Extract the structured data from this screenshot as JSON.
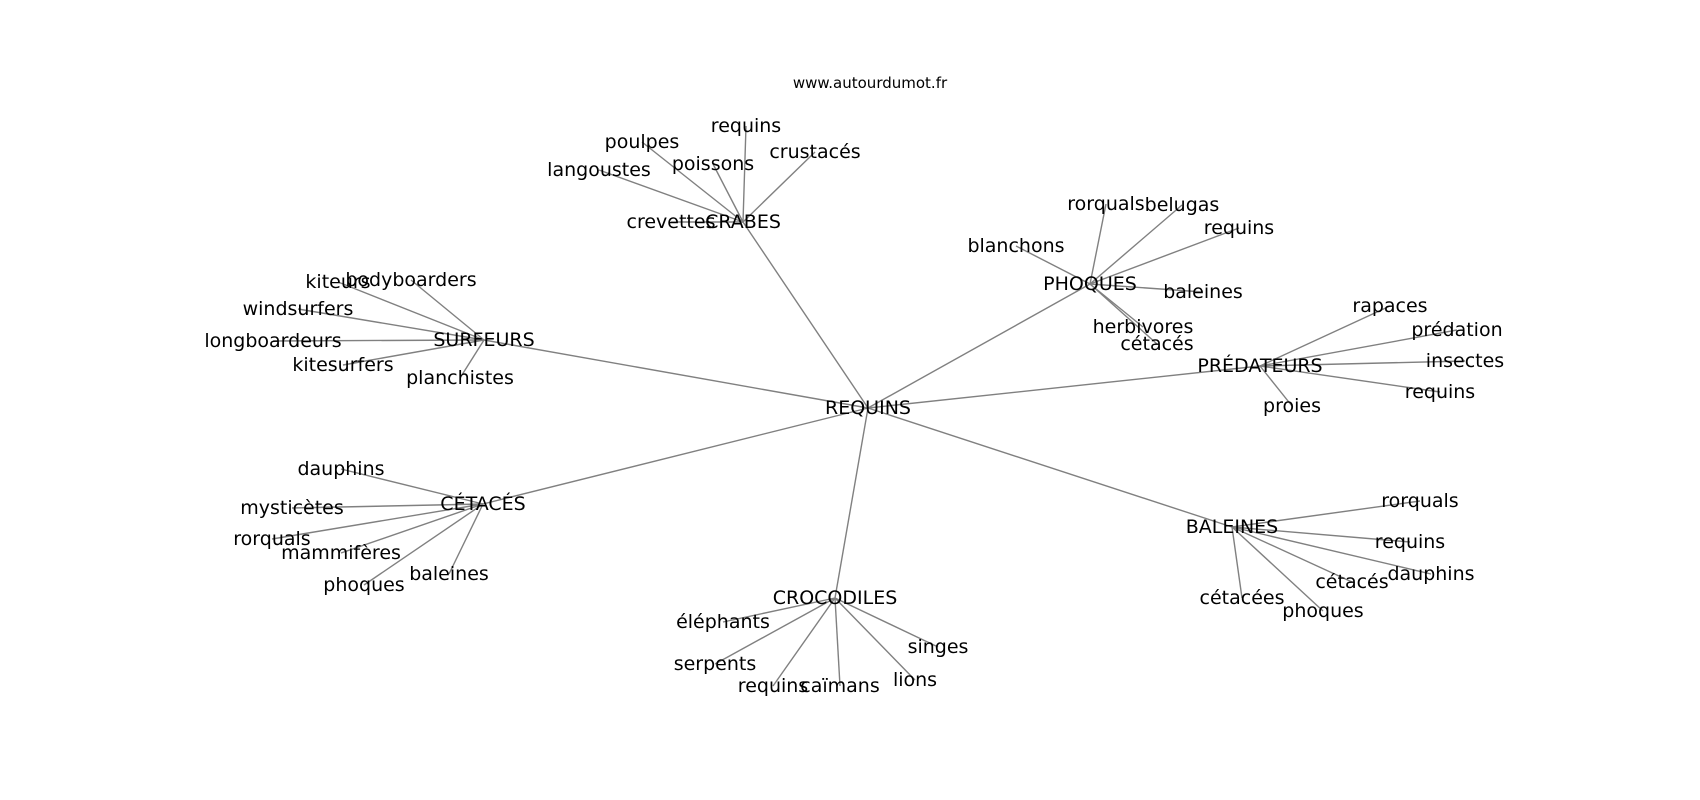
{
  "source_text": "www.autourdumot.fr",
  "graph": {
    "root": "REQUINS",
    "branches": [
      {
        "hub": "CRABES",
        "words": [
          "crevettes",
          "langoustes",
          "poulpes",
          "poissons",
          "requins",
          "crustacés"
        ]
      },
      {
        "hub": "SURFEURS",
        "words": [
          "kiteurs",
          "bodyboarders",
          "windsurfers",
          "longboardeurs",
          "kitesurfers",
          "planchistes"
        ]
      },
      {
        "hub": "PHOQUES",
        "words": [
          "rorquals",
          "belugas",
          "requins",
          "blanchons",
          "baleines",
          "herbivores",
          "cétacés"
        ]
      },
      {
        "hub": "PRÉDATEURS",
        "words": [
          "rapaces",
          "prédation",
          "insectes",
          "requins",
          "proies"
        ]
      },
      {
        "hub": "CÉTACÉS",
        "words": [
          "dauphins",
          "mysticètes",
          "rorquals",
          "mammifères",
          "phoques",
          "baleines"
        ]
      },
      {
        "hub": "BALEINES",
        "words": [
          "rorquals",
          "requins",
          "dauphins",
          "cétacés",
          "cétacées",
          "phoques"
        ]
      },
      {
        "hub": "CROCODILES",
        "words": [
          "éléphants",
          "serpents",
          "requins",
          "caïmans",
          "lions",
          "singes"
        ]
      }
    ]
  }
}
